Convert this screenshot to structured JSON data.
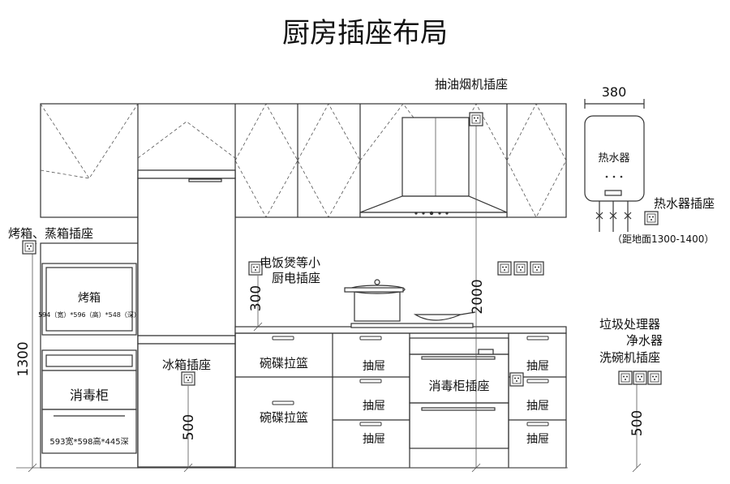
{
  "title": "厨房插座布局",
  "labels": {
    "hood_socket": "抽油烟机插座",
    "oven_steam_socket": "烤箱、蒸箱插座",
    "rice_cooker_1": "电饭煲等小",
    "rice_cooker_2": "厨电插座",
    "water_heater": "热水器",
    "water_heater_socket": "热水器插座",
    "water_heater_height": "（距地面1300-1400）",
    "oven": "烤箱",
    "oven_size": "594（宽）*596（高）*548（深）",
    "sterilizer": "消毒柜",
    "sterilizer_size": "593宽*598高*445深",
    "fridge_socket": "冰箱插座",
    "dish_basket_1": "碗碟拉篮",
    "dish_basket_2": "碗碟拉篮",
    "drawer_1": "抽屉",
    "drawer_2": "抽屉",
    "drawer_3": "抽屉",
    "drawer_4": "抽屉",
    "drawer_5": "抽屉",
    "drawer_6": "抽屉",
    "sterilizer_socket": "消毒柜插座",
    "garbage_1": "垃圾处理器",
    "garbage_2": "净水器",
    "garbage_3": "洗碗机插座"
  },
  "dimensions": {
    "heater_width": "380",
    "d1300": "1300",
    "d500_fridge": "500",
    "d300": "300",
    "d2000": "2000",
    "d500_right": "500"
  }
}
